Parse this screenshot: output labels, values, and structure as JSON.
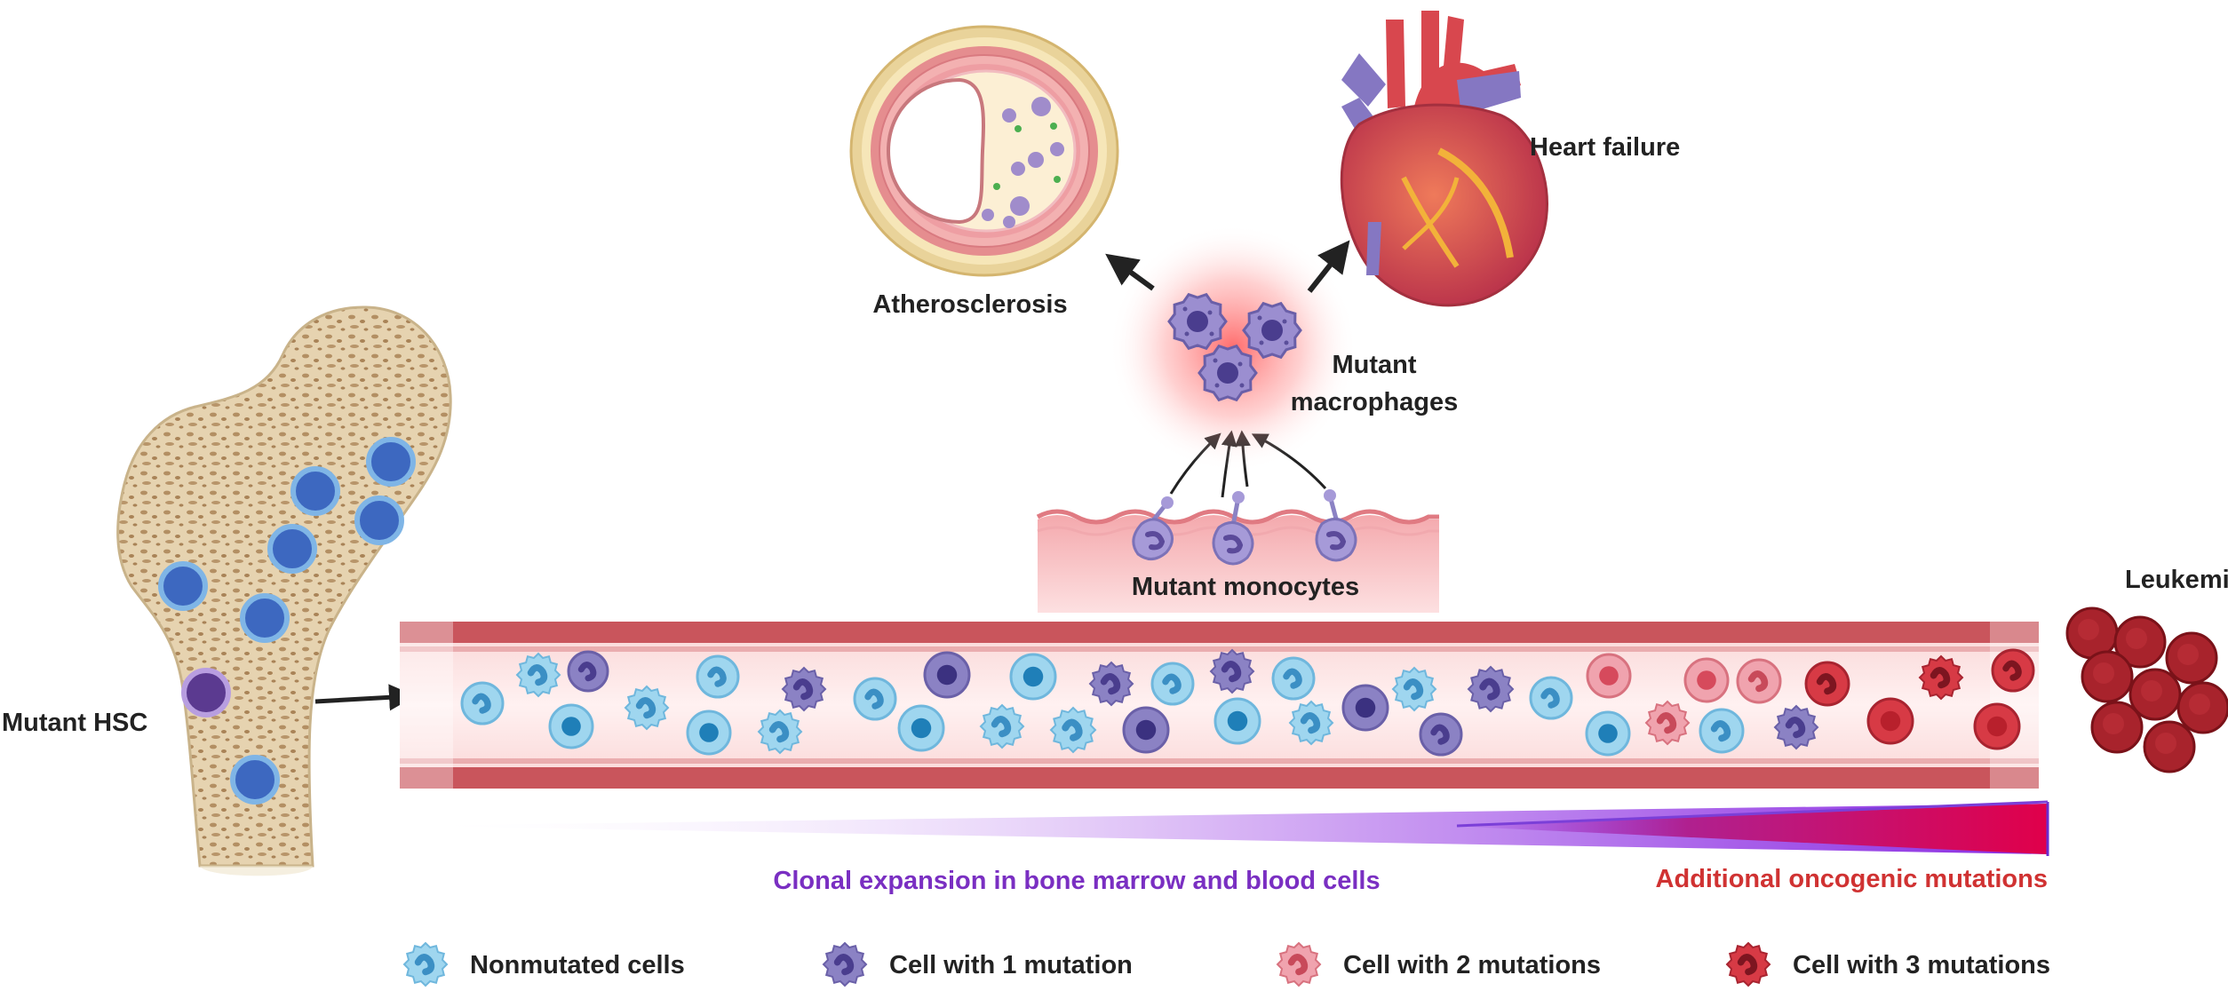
{
  "labels": {
    "atherosclerosis": "Atherosclerosis",
    "heart_failure": "Heart failure",
    "mutant_macrophages_line1": "Mutant",
    "mutant_macrophages_line2": "macrophages",
    "mutant_monocytes": "Mutant monocytes",
    "leukemia": "Leukemia",
    "mutant_hsc": "Mutant HSC",
    "clonal_expansion": "Clonal expansion in bone marrow and blood cells",
    "additional_mutations": "Additional oncogenic mutations"
  },
  "legend": [
    {
      "label": "Nonmutated cells",
      "color": "#9fd6ef",
      "icon": "nonmutated-cell-icon"
    },
    {
      "label": "Cell with 1 mutation",
      "color": "#8b82c4",
      "icon": "one-mutation-cell-icon"
    },
    {
      "label": "Cell with 2 mutations",
      "color": "#f0a3ae",
      "icon": "two-mutation-cell-icon"
    },
    {
      "label": "Cell with 3 mutations",
      "color": "#d73a45",
      "icon": "three-mutation-cell-icon"
    }
  ],
  "colors": {
    "nonmutated": "#9fd6ef",
    "one_mutation": "#8b82c4",
    "two_mutations": "#f0a3ae",
    "three_mutations": "#d73a45",
    "clonal_text": "#7a2fc2",
    "oncogenic_text": "#d03232",
    "vessel": "#c9555c",
    "bone": "#e8d6b5"
  }
}
